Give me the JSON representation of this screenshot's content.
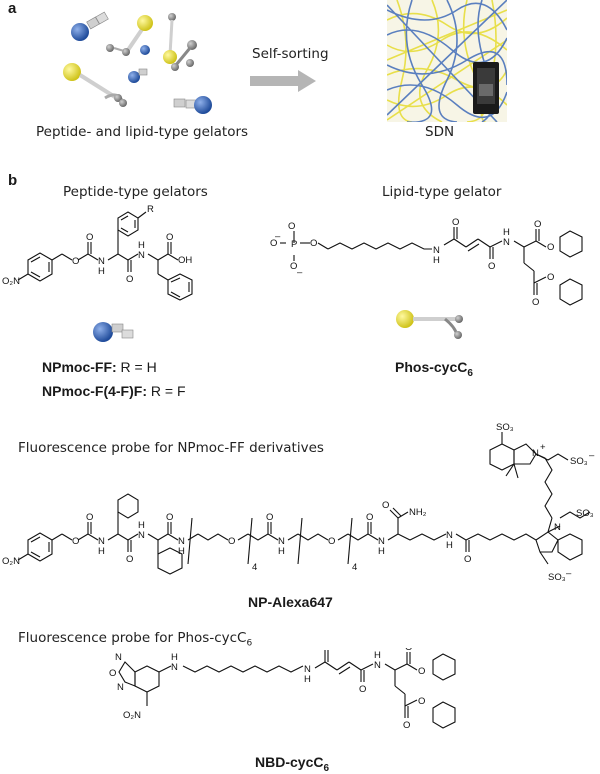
{
  "panel_a": {
    "label": "a",
    "left_caption": "Peptide- and lipid-type gelators",
    "arrow_label": "Self-sorting",
    "right_caption": "SDN"
  },
  "panel_b": {
    "label": "b",
    "peptide_heading": "Peptide-type gelators",
    "lipid_heading": "Lipid-type gelator",
    "compound1_name": "NPmoc-FF:",
    "compound1_sub": " R = H",
    "compound2_name": "NPmoc-F(4-F)F:",
    "compound2_sub": " R = F",
    "compound3_name": "Phos-cycC",
    "compound3_subscript": "6",
    "probe1_heading": "Fluorescence probe for NPmoc-FF derivatives",
    "probe1_name": "NP-Alexa647",
    "probe2_heading": "Fluorescence probe for Phos-cycC",
    "probe2_subscript": "6",
    "probe2_name": "NBD-cycC",
    "probe2_name_subscript": "6"
  },
  "atom_labels": {
    "R": "R",
    "O": "O",
    "N": "N",
    "H": "H",
    "OH": "OH",
    "O2N": "O₂N",
    "NH2": "NH₂",
    "P": "P",
    "SO3": "SO₃",
    "minus": "–",
    "plus": "+",
    "four": "4"
  },
  "colors": {
    "blue_sphere": "#2f5fb0",
    "yellow_sphere": "#e9e02a",
    "gray_sphere": "#8a8a8a",
    "fiber_blue": "#5a7fbf",
    "fiber_yellow": "#e8df4a",
    "arrow_gray": "#b5b5b5"
  }
}
